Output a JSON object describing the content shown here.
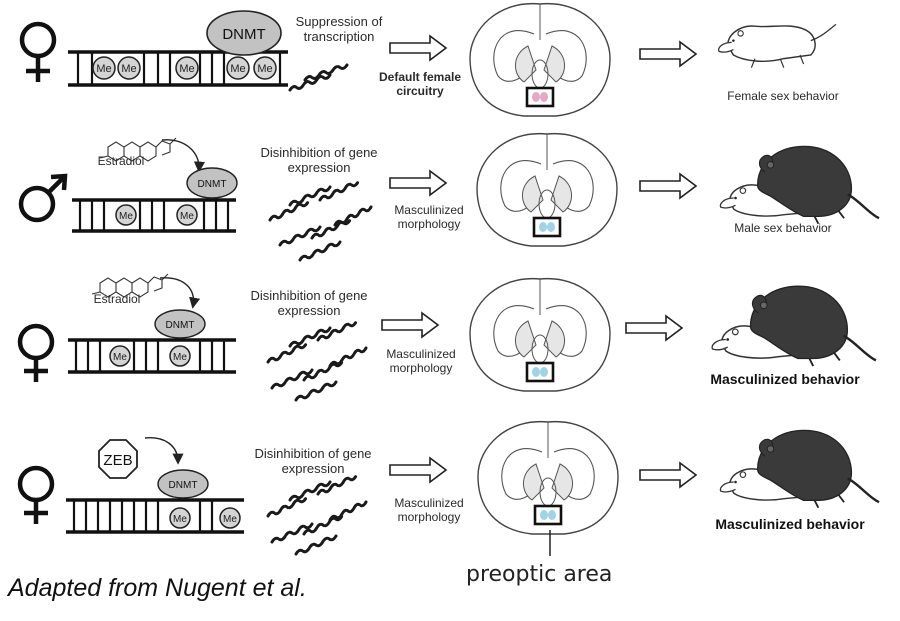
{
  "rows": [
    {
      "sex_symbol": "♀",
      "steroid_label": "",
      "enzyme": "DNMT",
      "methyl_label": "Me",
      "gene_effect": "Suppression of transcription",
      "circuit_label": "Default female circuitry",
      "behavior": "Female sex behavior"
    },
    {
      "sex_symbol": "♂",
      "steroid_label": "Estradiol",
      "enzyme": "DNMT",
      "methyl_label": "Me",
      "gene_effect": "Disinhibition of gene expression",
      "circuit_label": "Masculinized morphology",
      "behavior": "Male sex behavior"
    },
    {
      "sex_symbol": "♀",
      "steroid_label": "Estradiol",
      "enzyme": "DNMT",
      "methyl_label": "Me",
      "gene_effect": "Disinhibition of gene expression",
      "circuit_label": "Masculinized morphology",
      "behavior": "Masculinized behavior"
    },
    {
      "sex_symbol": "♀",
      "inhibitor_label": "ZEB",
      "enzyme": "DNMT",
      "methyl_label": "Me",
      "gene_effect": "Disinhibition of gene expression",
      "circuit_label": "Masculinized morphology",
      "behavior": "Masculinized behavior"
    }
  ],
  "region_label": "preoptic area",
  "credit": "Adapted from Nugent et al.",
  "colors": {
    "ink": "#1a1a1a",
    "enzyme_fill": "#bdbdbd",
    "rat_dark": "#3a3a3a",
    "rat_light": "#ffffff",
    "poa_female": "#e6a7c4",
    "poa_male": "#9fd3e6"
  }
}
